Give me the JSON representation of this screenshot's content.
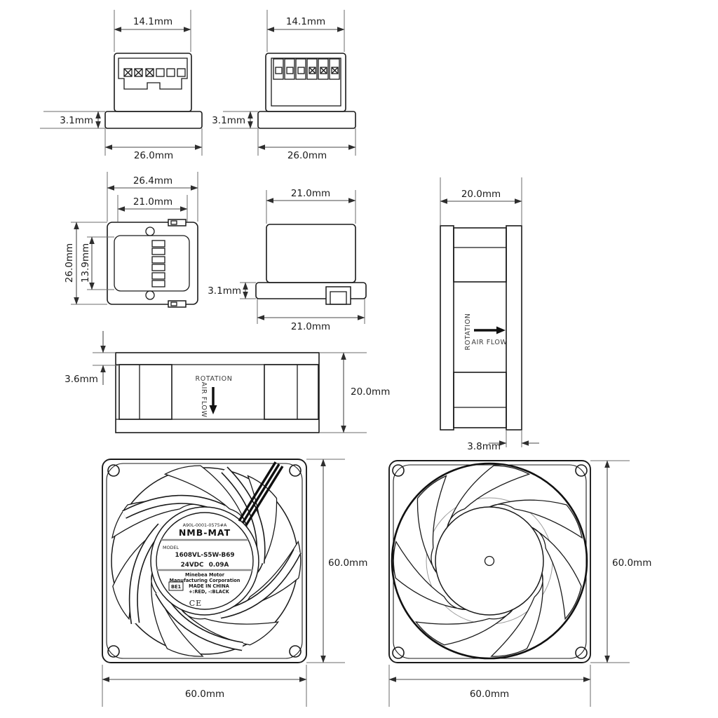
{
  "views": {
    "connector_front": {
      "dim_top": "14.1mm",
      "dim_left": "3.1mm",
      "dim_bottom": "26.0mm"
    },
    "connector_back": {
      "dim_top": "14.1mm",
      "dim_left": "3.1mm",
      "dim_bottom": "26.0mm"
    },
    "connector_top": {
      "dim_outer_width": "26.4mm",
      "dim_inner_width": "21.0mm",
      "dim_outer_height": "26.0mm",
      "dim_inner_height": "13.9mm"
    },
    "connector_side": {
      "dim_top": "21.0mm",
      "dim_left": "3.1mm",
      "dim_bottom": "21.0mm"
    },
    "fan_side_right": {
      "dim_width": "20.0mm",
      "dim_flange": "3.8mm",
      "rotation": "ROTATION",
      "airflow": "AIR FLOW"
    },
    "fan_side_left": {
      "dim_flange": "3.6mm",
      "dim_height": "20.0mm",
      "rotation": "ROTATION",
      "airflow": "AIR FLOW"
    },
    "fan_front": {
      "dim_height": "60.0mm",
      "dim_width": "60.0mm",
      "label": {
        "part_no": "A90L-0001-0575#A",
        "brand": "NMB-MAT",
        "model_caption": "MODEL",
        "model": "1608VL-S5W-B69",
        "rating_voltage": "24VDC",
        "rating_current": "0.09A",
        "mfr_line1": "Minebea Motor",
        "mfr_line2": "Manufacturing Corporation",
        "origin": "MADE IN CHINA",
        "wiring": "+:RED, -:BLACK",
        "cert": "BE1",
        "ce_mark": "CE"
      }
    },
    "fan_rear": {
      "dim_height": "60.0mm",
      "dim_width": "60.0mm"
    }
  }
}
